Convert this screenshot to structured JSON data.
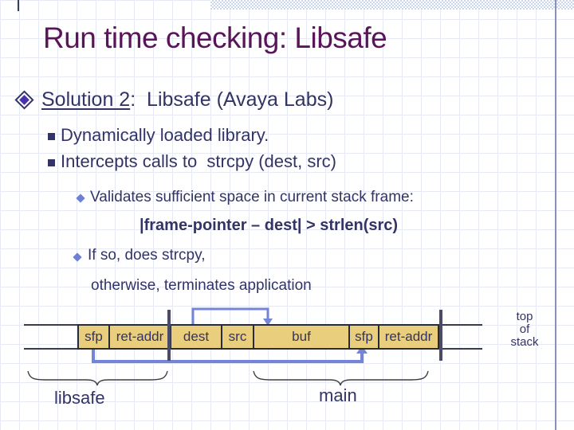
{
  "slide": {
    "title": "Run time checking: Libsafe",
    "solution": {
      "underlined": "Solution 2",
      "rest": ":  Libsafe (Avaya Labs)"
    },
    "points": [
      "Dynamically loaded library.",
      "Intercepts calls to  strcpy (dest, src)"
    ],
    "sub_points": {
      "validates": "Validates sufficient space in current stack frame:",
      "formula": "|frame-pointer – dest| > strlen(src)",
      "if_so": "If so, does strcpy,",
      "otherwise": "otherwise, terminates application"
    },
    "diagram": {
      "cells": [
        "sfp",
        "ret-addr",
        "dest",
        "src",
        "buf",
        "sfp",
        "ret-addr"
      ],
      "top_of_stack": [
        "top",
        "of",
        "stack"
      ],
      "frame_labels": {
        "libsafe": "libsafe",
        "main": "main"
      }
    },
    "colors": {
      "title": "#5a145a",
      "body": "#333366",
      "arrow": "#7384d9",
      "cell_fill": "#e9cf7d",
      "frame_bar": "#4b4b68"
    }
  }
}
